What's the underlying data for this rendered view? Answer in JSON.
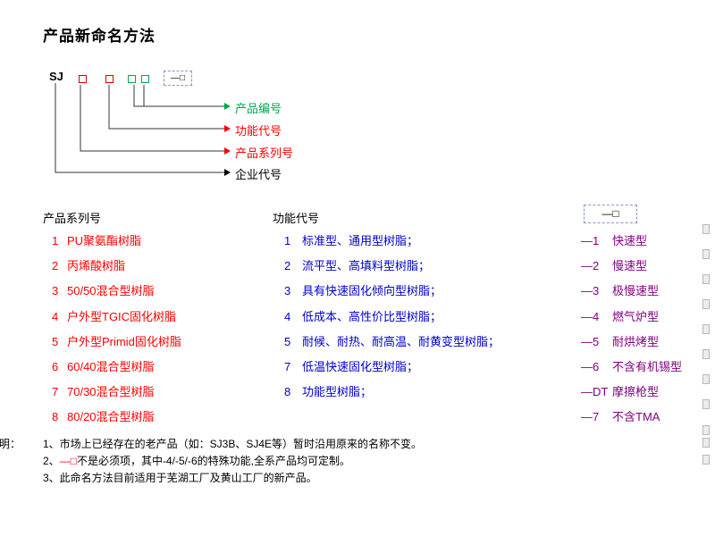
{
  "title": "产品新命名方法",
  "diagram": {
    "prefix": "SJ",
    "dashed_box": "—□",
    "labels": [
      {
        "text": "产品编号",
        "color": "#00a650"
      },
      {
        "text": "功能代号",
        "color": "#ff0000"
      },
      {
        "text": "产品系列号",
        "color": "#ff0000"
      },
      {
        "text": "企业代号",
        "color": "#000000"
      }
    ]
  },
  "columns": {
    "series": {
      "header": "产品系列号",
      "items": [
        {
          "code": "1",
          "label": "PU聚氨酯树脂"
        },
        {
          "code": "2",
          "label": "丙烯酸树脂"
        },
        {
          "code": "3",
          "label": "50/50混合型树脂"
        },
        {
          "code": "4",
          "label": "户外型TGIC固化树脂"
        },
        {
          "code": "5",
          "label": "户外型Primid固化树脂"
        },
        {
          "code": "6",
          "label": "60/40混合型树脂"
        },
        {
          "code": "7",
          "label": "70/30混合型树脂"
        },
        {
          "code": "8",
          "label": "80/20混合型树脂"
        }
      ]
    },
    "function": {
      "header": "功能代号",
      "items": [
        {
          "code": "1",
          "label": "标准型、通用型树脂；"
        },
        {
          "code": "2",
          "label": "流平型、高填料型树脂；"
        },
        {
          "code": "3",
          "label": "具有快速固化倾向型树脂；"
        },
        {
          "code": "4",
          "label": "低成本、高性价比型树脂；"
        },
        {
          "code": "5",
          "label": "耐候、耐热、耐高温、耐黄变型树脂；"
        },
        {
          "code": "7",
          "label": "低温快速固化型树脂；"
        },
        {
          "code": "8",
          "label": "功能型树脂；"
        }
      ]
    },
    "suffix": {
      "header": "—□",
      "items": [
        {
          "code": "—1",
          "label": "快速型"
        },
        {
          "code": "—2",
          "label": "慢速型"
        },
        {
          "code": "—3",
          "label": "极慢速型"
        },
        {
          "code": "—4",
          "label": "燃气炉型"
        },
        {
          "code": "—5",
          "label": "耐烘烤型"
        },
        {
          "code": "—6",
          "label": "不含有机锡型"
        },
        {
          "code": "—DT",
          "label": "摩擦枪型"
        },
        {
          "code": "—7",
          "label": "不含TMA"
        }
      ]
    }
  },
  "notes": {
    "label": "说明：",
    "note1": "1、市场上已经存在的老产品（如：SJ3B、SJ4E等）暂时沿用原来的名称不变。",
    "note2_prefix": "2、",
    "note2_highlight": "—□",
    "note2_rest": "不是必须项，其中-4/-5/-6的特殊功能,全系产品均可定制。",
    "note3": "3、此命名方法目前适用于芜湖工厂及黄山工厂的新产品。"
  },
  "colors": {
    "series_red": "#ff0000",
    "function_blue": "#0000cc",
    "suffix_purple": "#800080",
    "product_green": "#00a650",
    "title_black": "#000000"
  }
}
